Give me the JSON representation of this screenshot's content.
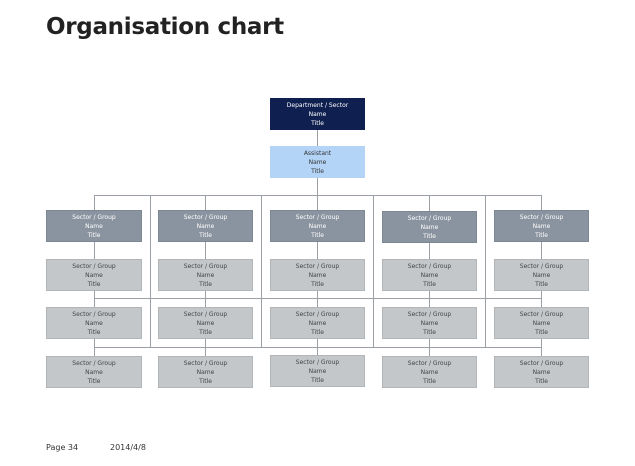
{
  "title": "Organisation chart",
  "top": {
    "line1": "Department  / Sector",
    "line2": "Name",
    "line3": "Title"
  },
  "assistant": {
    "line1": "Assistant",
    "line2": "Name",
    "line3": "Title"
  },
  "columns": [
    {
      "group": {
        "line1": "Sector / Group",
        "line2": "Name",
        "line3": "Title"
      },
      "rows": [
        {
          "line1": "Sector / Group",
          "line2": "Name",
          "line3": "Title"
        },
        {
          "line1": "Sector / Group",
          "line2": "Name",
          "line3": "Title"
        },
        {
          "line1": "Sector / Group",
          "line2": "Name",
          "line3": "Title"
        }
      ]
    },
    {
      "group": {
        "line1": "Sector / Group",
        "line2": "Name",
        "line3": "Title"
      },
      "rows": [
        {
          "line1": "Sector / Group",
          "line2": "Name",
          "line3": "Title"
        },
        {
          "line1": "Sector / Group",
          "line2": "Name",
          "line3": "Title"
        },
        {
          "line1": "Sector / Group",
          "line2": "Name",
          "line3": "Title"
        }
      ]
    },
    {
      "group": {
        "line1": "Sector / Group",
        "line2": "Name",
        "line3": "Title"
      },
      "rows": [
        {
          "line1": "Sector / Group",
          "line2": "Name",
          "line3": "Title"
        },
        {
          "line1": "Sector / Group",
          "line2": "Name",
          "line3": "Title"
        },
        {
          "line1": "Sector / Group",
          "line2": "Name",
          "line3": "Title"
        }
      ]
    },
    {
      "group": {
        "line1": "Sector / Group",
        "line2": "Name",
        "line3": "Title"
      },
      "rows": [
        {
          "line1": "Sector / Group",
          "line2": "Name",
          "line3": "Title"
        },
        {
          "line1": "Sector / Group",
          "line2": "Name",
          "line3": "Title"
        },
        {
          "line1": "Sector / Group",
          "line2": "Name",
          "line3": "Title"
        }
      ]
    },
    {
      "group": {
        "line1": "Sector / Group",
        "line2": "Name",
        "line3": "Title"
      },
      "rows": [
        {
          "line1": "Sector / Group",
          "line2": "Name",
          "line3": "Title"
        },
        {
          "line1": "Sector / Group",
          "line2": "Name",
          "line3": "Title"
        },
        {
          "line1": "Sector / Group",
          "line2": "Name",
          "line3": "Title"
        }
      ]
    }
  ],
  "footer": {
    "page": "Page 34",
    "date": "2014/4/8"
  },
  "colors": {
    "top": "#0f2050",
    "assistant": "#b3d4f7",
    "group": "#8a94a0",
    "sub": "#c3c7c9",
    "connector": "#9aa0a6"
  }
}
